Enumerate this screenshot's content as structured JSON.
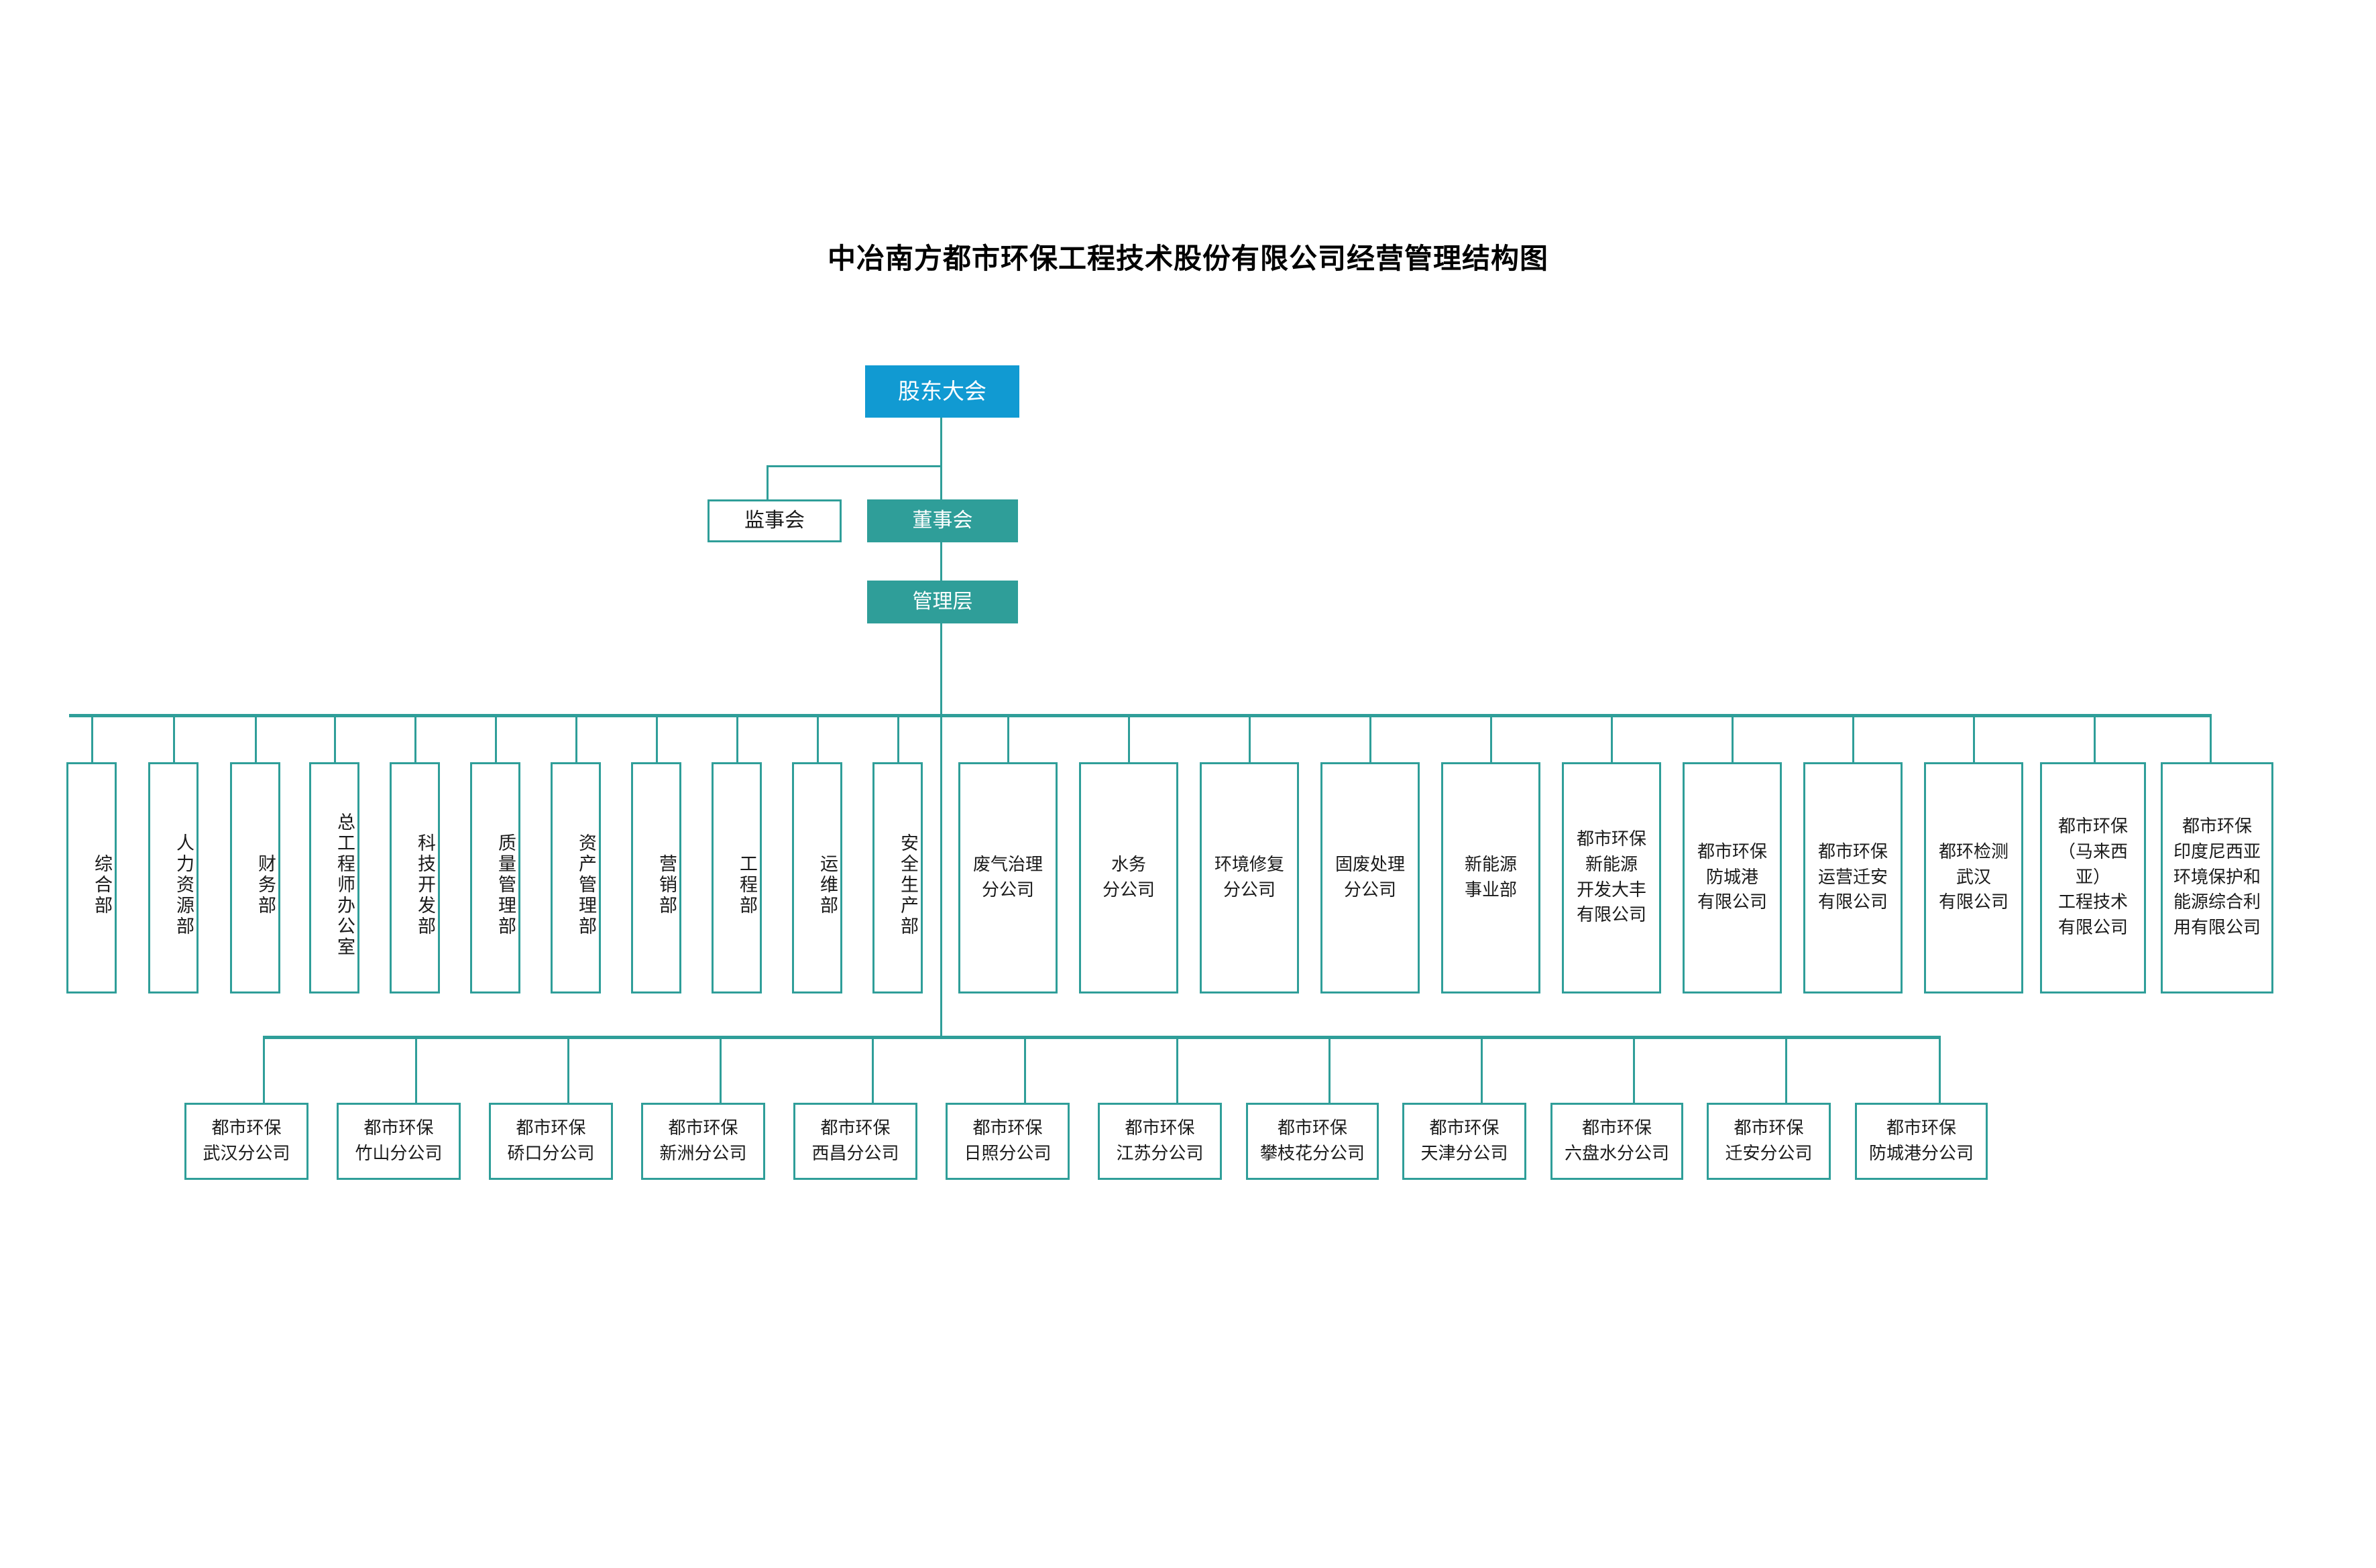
{
  "title": "中冶南方都市环保工程技术股份有限公司经营管理结构图",
  "colors": {
    "teal": "#2f9e99",
    "blue": "#119ad2",
    "border": "#2f9e99",
    "text": "#1a1a1a",
    "background": "#ffffff"
  },
  "top_nodes": {
    "shareholders_meeting": "股东大会",
    "supervisory_board": "监事会",
    "board_of_directors": "董事会",
    "management": "管理层"
  },
  "departments": [
    {
      "label": "综合部"
    },
    {
      "label": "人力资源部"
    },
    {
      "label": "财务部"
    },
    {
      "label": "总工程师办公室"
    },
    {
      "label": "科技开发部"
    },
    {
      "label": "质量管理部"
    },
    {
      "label": "资产管理部"
    },
    {
      "label": "营销部"
    },
    {
      "label": "工程部"
    },
    {
      "label": "运维部"
    },
    {
      "label": "安全生产部"
    }
  ],
  "units": [
    {
      "label": "废气治理\n分公司"
    },
    {
      "label": "水务\n分公司"
    },
    {
      "label": "环境修复\n分公司"
    },
    {
      "label": "固废处理\n分公司"
    },
    {
      "label": "新能源\n事业部"
    },
    {
      "label": "都市环保\n新能源\n开发大丰\n有限公司"
    },
    {
      "label": "都市环保\n防城港\n有限公司"
    },
    {
      "label": "都市环保\n运营迁安\n有限公司"
    },
    {
      "label": "都环检测\n武汉\n有限公司"
    },
    {
      "label": "都市环保\n（马来西亚）\n工程技术\n有限公司"
    },
    {
      "label": "都市环保\n印度尼西亚\n环境保护和\n能源综合利\n用有限公司"
    }
  ],
  "branches": [
    {
      "label": "都市环保\n武汉分公司"
    },
    {
      "label": "都市环保\n竹山分公司"
    },
    {
      "label": "都市环保\n硚口分公司"
    },
    {
      "label": "都市环保\n新洲分公司"
    },
    {
      "label": "都市环保\n西昌分公司"
    },
    {
      "label": "都市环保\n日照分公司"
    },
    {
      "label": "都市环保\n江苏分公司"
    },
    {
      "label": "都市环保\n攀枝花分公司"
    },
    {
      "label": "都市环保\n天津分公司"
    },
    {
      "label": "都市环保\n六盘水分公司"
    },
    {
      "label": "都市环保\n迁安分公司"
    },
    {
      "label": "都市环保\n防城港分公司"
    }
  ]
}
